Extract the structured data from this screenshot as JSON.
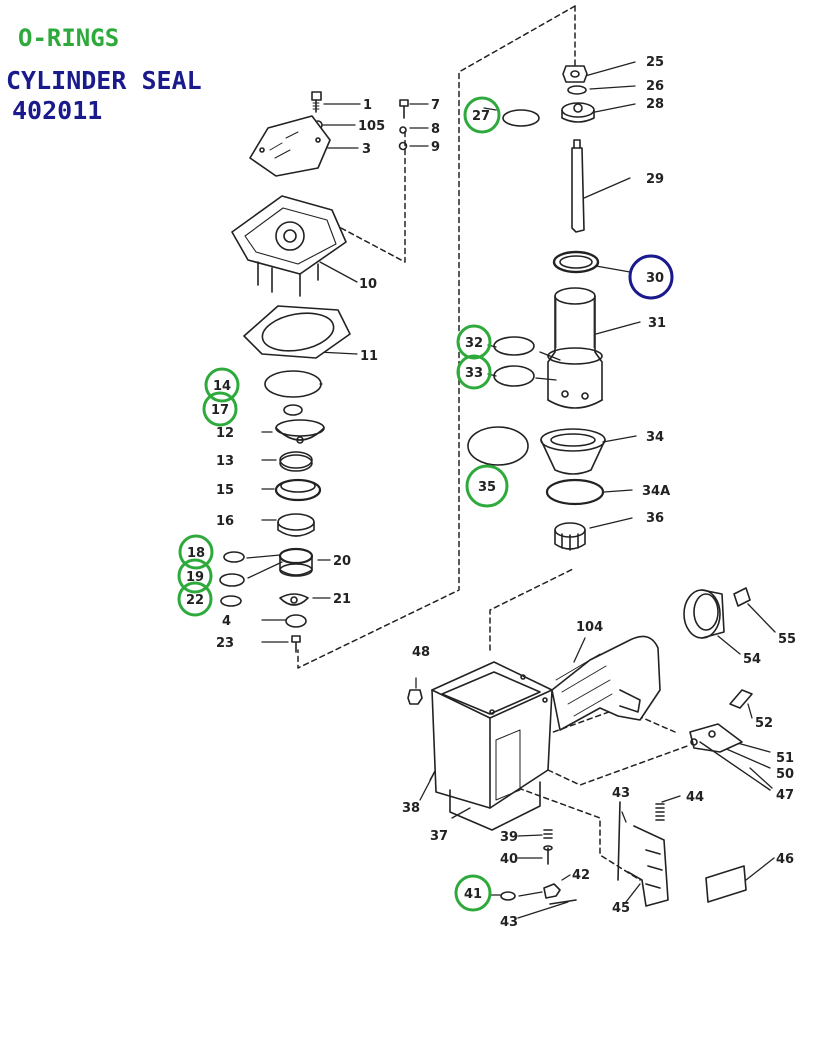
{
  "header": {
    "category": "O-RINGS",
    "item_name": "CYLINDER SEAL",
    "item_number": "402011"
  },
  "colors": {
    "oring_highlight": "#2eaa3c",
    "selected_highlight": "#1a1a8c",
    "line_art": "#222222"
  },
  "callouts": {
    "c1": "1",
    "c105": "105",
    "c3": "3",
    "c7": "7",
    "c8": "8",
    "c9": "9",
    "c10": "10",
    "c11": "11",
    "c12": "12",
    "c13": "13",
    "c15": "15",
    "c16": "16",
    "c20": "20",
    "c21": "21",
    "c4": "4",
    "c23": "23",
    "c25": "25",
    "c26": "26",
    "c28": "28",
    "c29": "29",
    "c31": "31",
    "c34": "34",
    "c34a": "34A",
    "c36": "36",
    "c104": "104",
    "c48": "48",
    "c55": "55",
    "c54": "54",
    "c52": "52",
    "c51": "51",
    "c50": "50",
    "c47": "47",
    "c43a": "43",
    "c44": "44",
    "c38": "38",
    "c37": "37",
    "c39": "39",
    "c40": "40",
    "c42": "42",
    "c43b": "43",
    "c45": "45",
    "c46": "46",
    "o14": "14",
    "o17": "17",
    "o18": "18",
    "o19": "19",
    "o22": "22",
    "o27": "27",
    "o30": "30",
    "o32": "32",
    "o33": "33",
    "o35": "35",
    "o41": "41"
  }
}
